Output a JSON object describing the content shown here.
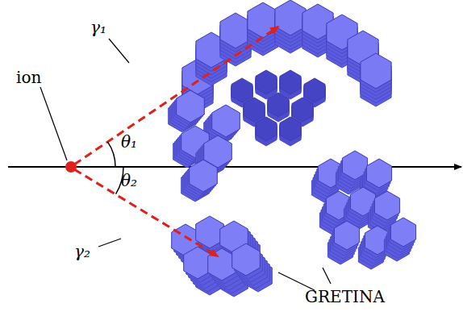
{
  "diagram": {
    "labels": [
      "ion",
      "γ₁",
      "θ₁",
      "θ₂",
      "γ₂",
      "GRETINA"
    ]
  }
}
